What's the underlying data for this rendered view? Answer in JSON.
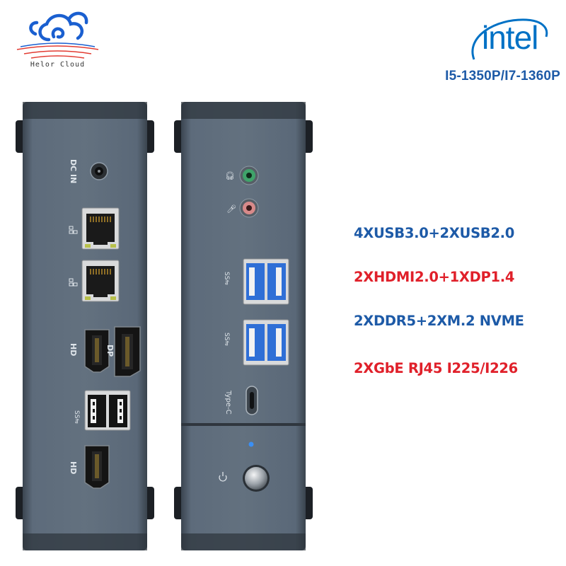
{
  "brand": {
    "logo_text": "Helor Cloud"
  },
  "intel": {
    "wordmark": "intel",
    "cpu_models": "I5-1350P/I7-1360P",
    "color": "#0071c5"
  },
  "specs": [
    {
      "text": "4XUSB3.0+2XUSB2.0",
      "color": "#1d5aa7"
    },
    {
      "text": "2XHDMI2.0+1XDP1.4",
      "color": "#e0202a"
    },
    {
      "text": "2XDDR5+2XM.2 NVME",
      "color": "#1d5aa7"
    },
    {
      "text": "2XGbE RJ45 I225/I226",
      "color": "#e0202a"
    }
  ],
  "rear_panel": {
    "dc_label": "DC IN",
    "hd_label_1": "HD",
    "dp_label": "DP",
    "hd_label_2": "HD"
  },
  "front_panel": {
    "typec_label": "Type-C"
  },
  "colors": {
    "body": "#5a6878",
    "body_dark": "#2f363e",
    "port_black": "#1a1a1a",
    "usb_blue": "#2f6fd6",
    "audio_green": "#3fa36a",
    "audio_pink": "#d88a8a"
  }
}
